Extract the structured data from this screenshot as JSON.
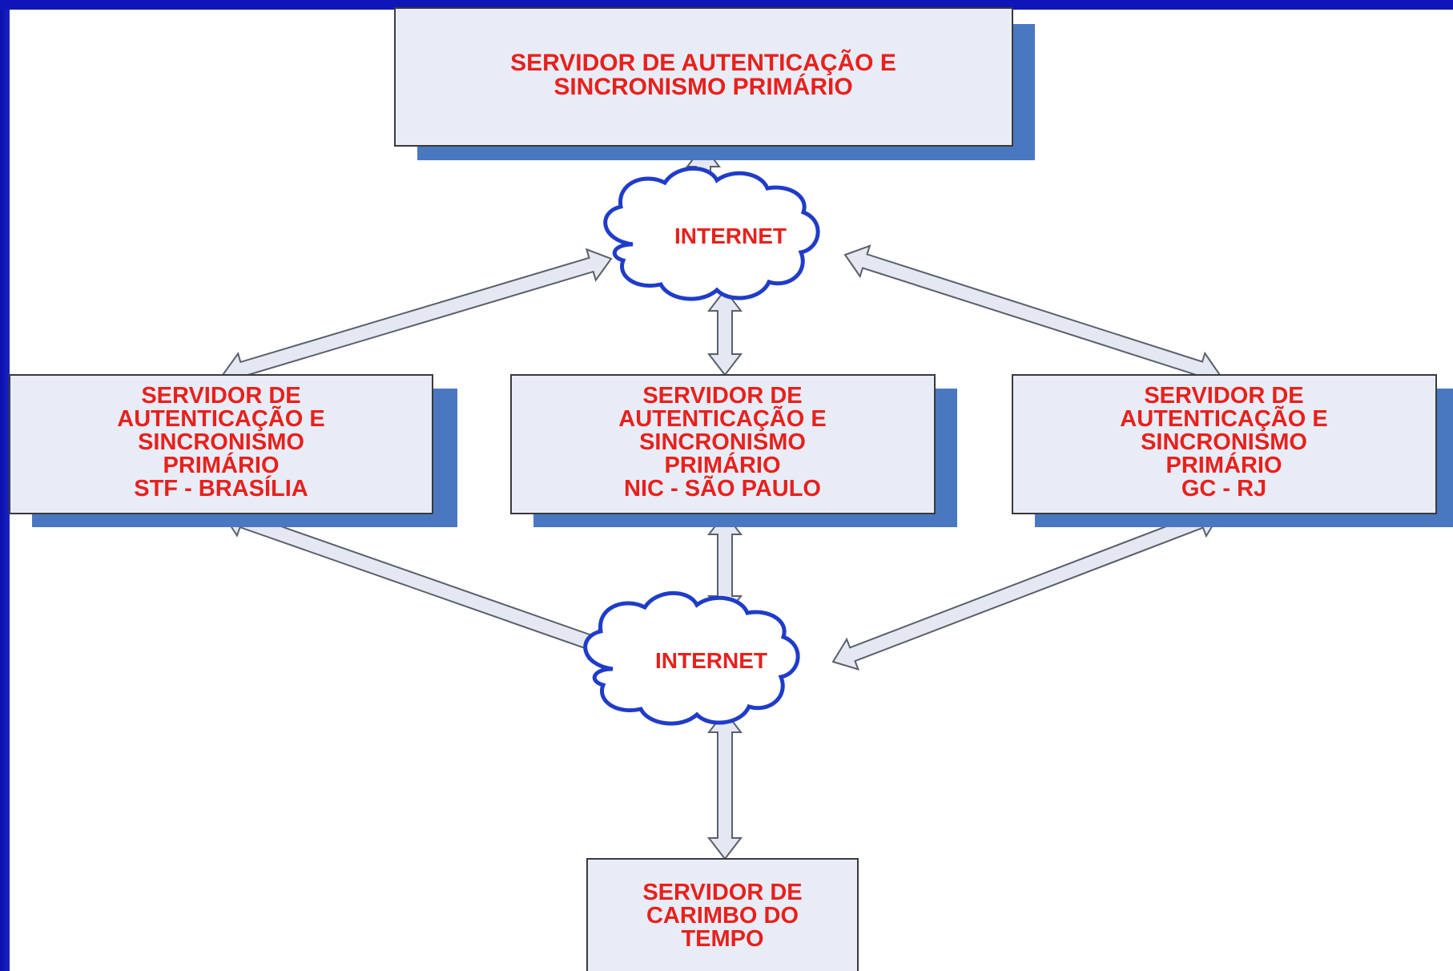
{
  "diagram": {
    "colors": {
      "text": "#e8201c",
      "box_fill": "#e8ecf6",
      "box_shadow": "#4a78c0",
      "cloud_stroke": "#1f3cc9",
      "arrow_fill": "#e4e8f2",
      "frame": "#1a22c8"
    },
    "nodes": {
      "primary": {
        "lines": [
          "SERVIDOR DE AUTENTICAÇÃO E",
          "SINCRONISMO PRIMÁRIO"
        ]
      },
      "stf": {
        "lines": [
          "SERVIDOR DE",
          "AUTENTICAÇÃO E",
          "SINCRONISMO",
          "PRIMÁRIO",
          "STF - BRASÍLIA"
        ]
      },
      "nic": {
        "lines": [
          "SERVIDOR DE",
          "AUTENTICAÇÃO E",
          "SINCRONISMO",
          "PRIMÁRIO",
          "NIC - SÃO PAULO"
        ]
      },
      "gc": {
        "lines": [
          "SERVIDOR DE",
          "AUTENTICAÇÃO E",
          "SINCRONISMO",
          "PRIMÁRIO",
          "GC - RJ"
        ]
      },
      "timestamp": {
        "lines": [
          "SERVIDOR DE",
          "CARIMBO DO",
          "TEMPO"
        ]
      }
    },
    "clouds": {
      "top": {
        "label": "INTERNET"
      },
      "bottom": {
        "label": "INTERNET"
      }
    },
    "edges": [
      {
        "from": "primary",
        "to": "cloud_top",
        "style": "double-arrow"
      },
      {
        "from": "cloud_top",
        "to": "stf",
        "style": "double-arrow"
      },
      {
        "from": "cloud_top",
        "to": "nic",
        "style": "double-arrow"
      },
      {
        "from": "cloud_top",
        "to": "gc",
        "style": "double-arrow"
      },
      {
        "from": "stf",
        "to": "cloud_bottom",
        "style": "double-arrow"
      },
      {
        "from": "nic",
        "to": "cloud_bottom",
        "style": "double-arrow"
      },
      {
        "from": "gc",
        "to": "cloud_bottom",
        "style": "double-arrow"
      },
      {
        "from": "cloud_bottom",
        "to": "timestamp",
        "style": "double-arrow"
      }
    ]
  }
}
